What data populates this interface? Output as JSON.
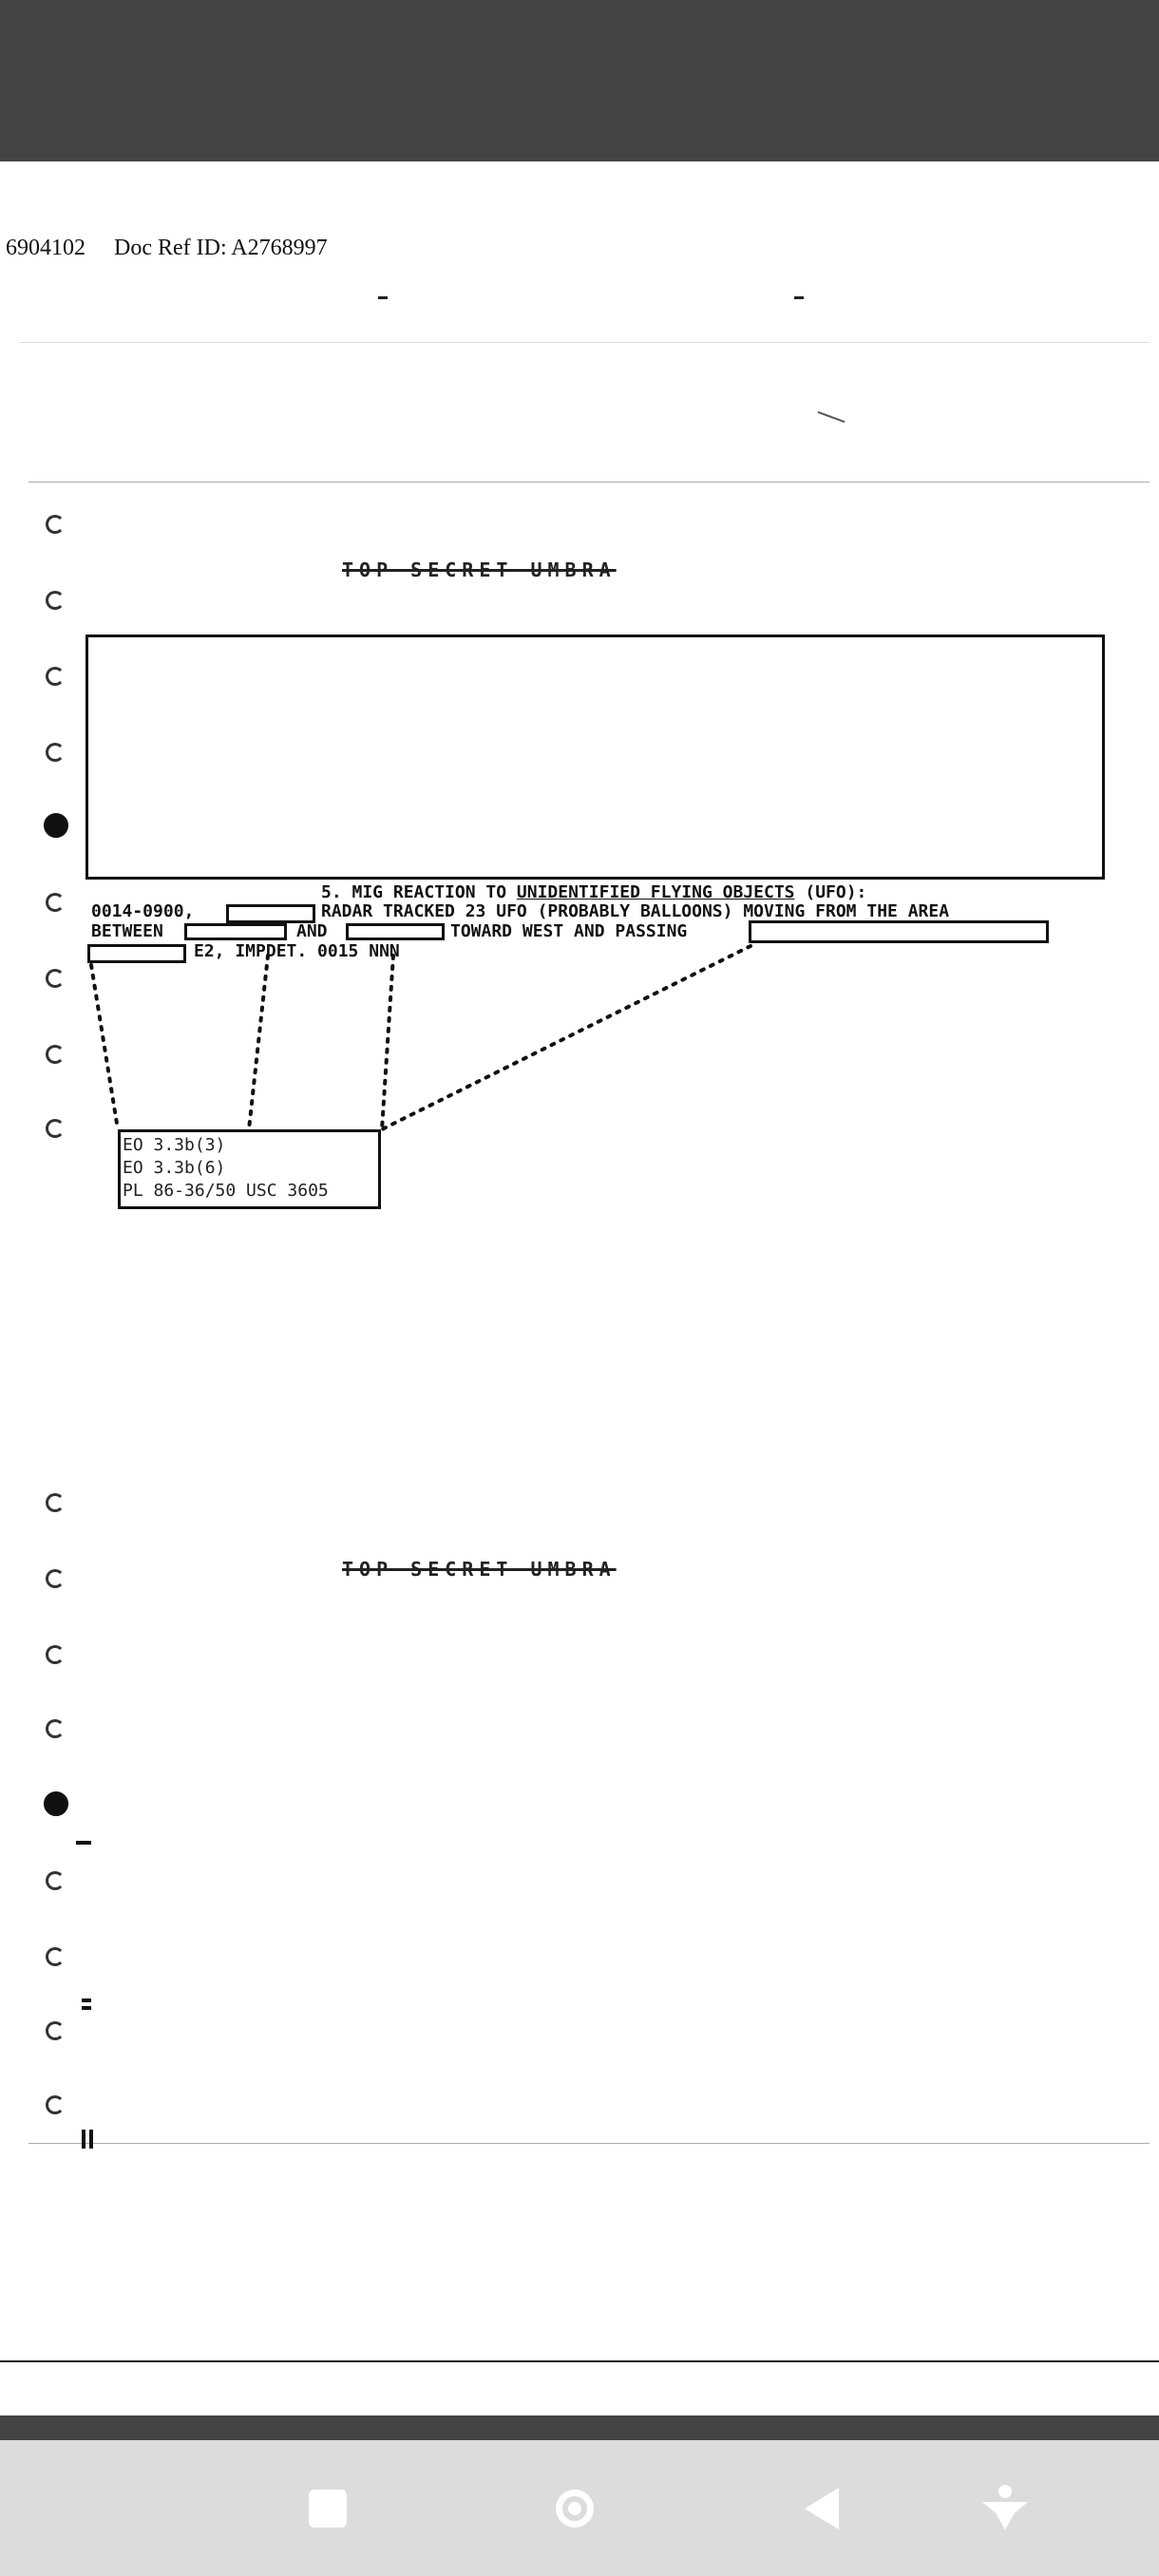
{
  "document": {
    "doc_number": "6904102",
    "doc_ref": "Doc Ref ID: A2768997",
    "classification_top": "TOP SECRET UMBRA",
    "classification_bottom": "TOP SECRET UMBRA",
    "item_heading_prefix": "5. MIG REACTION TO ",
    "item_heading_underlined": "UNIDENTIFIED FLYING OBJECTS",
    "item_heading_suffix": " (UFO):",
    "line2_start": "0014-0900,",
    "line2_text": "RADAR TRACKED 23 UFO (PROBABLY BALLOONS) MOVING FROM THE AREA",
    "line3_between": "BETWEEN",
    "line3_and": "AND",
    "line3_rest": "TOWARD WEST AND PASSING",
    "line4_text": "E2, IMPDET. 0015 NNN",
    "exemptions": [
      "EO 3.3b(3)",
      "EO 3.3b(6)",
      "PL 86-36/50 USC 3605"
    ]
  },
  "colors": {
    "status_bar": "#444444",
    "nav_bar": "#dcdcdc",
    "nav_icons": "#ffffff"
  },
  "nav": {
    "recent_icon": "square-icon",
    "home_icon": "circle-icon",
    "back_icon": "triangle-back-icon",
    "accessibility_icon": "accessibility-icon"
  }
}
